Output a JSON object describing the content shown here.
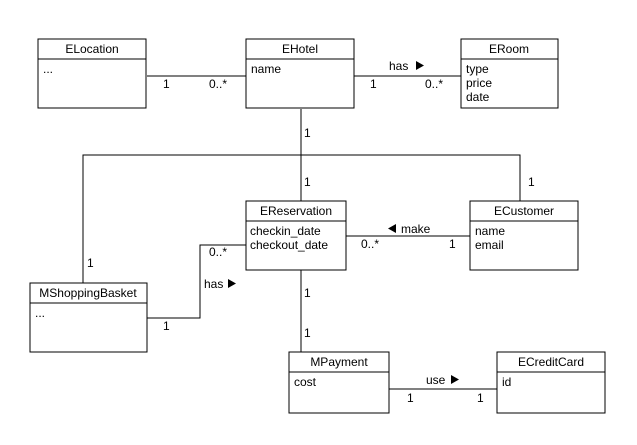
{
  "classes": {
    "elocation": {
      "name": "ELocation",
      "attributes": [
        "..."
      ]
    },
    "ehotel": {
      "name": "EHotel",
      "attributes": [
        "name"
      ]
    },
    "eroom": {
      "name": "ERoom",
      "attributes": [
        "type",
        "price",
        "date"
      ]
    },
    "ereservation": {
      "name": "EReservation",
      "attributes": [
        "checkin_date",
        "checkout_date"
      ]
    },
    "ecustomer": {
      "name": "ECustomer",
      "attributes": [
        "name",
        "email"
      ]
    },
    "mshoppingbasket": {
      "name": "MShoppingBasket",
      "attributes": [
        "..."
      ]
    },
    "mpayment": {
      "name": "MPayment",
      "attributes": [
        "cost"
      ]
    },
    "ecreditcard": {
      "name": "ECreditCard",
      "attributes": [
        "id"
      ]
    }
  },
  "associations": {
    "location_hotel": {
      "source_mult": "1",
      "target_mult": "0..*"
    },
    "hotel_room": {
      "label": "has",
      "source_mult": "1",
      "target_mult": "0..*"
    },
    "hotel_reservation": {
      "source_mult": "1",
      "target_mult": "1"
    },
    "hotel_customer": {
      "target_mult": "1"
    },
    "hotel_basket": {
      "target_mult": "1"
    },
    "customer_reservation": {
      "label": "make",
      "source_mult": "1",
      "target_mult": "0..*"
    },
    "basket_reservation": {
      "label": "has",
      "source_mult": "1",
      "target_mult": "0..*"
    },
    "reservation_payment": {
      "source_mult": "1",
      "target_mult": "1"
    },
    "payment_creditcard": {
      "label": "use",
      "source_mult": "1",
      "target_mult": "1"
    }
  }
}
